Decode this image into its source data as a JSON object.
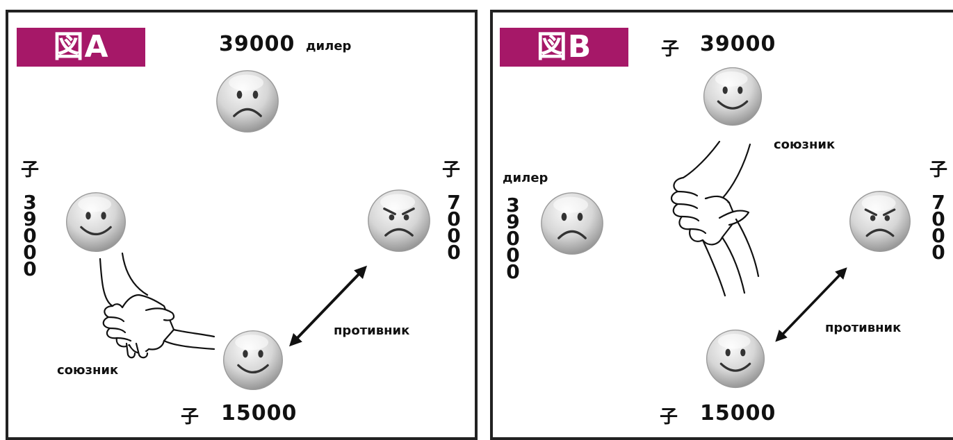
{
  "panels": {
    "a": {
      "label": "図A",
      "top": {
        "kanji": "",
        "score": "39000",
        "role": "дилер"
      },
      "left": {
        "kanji": "子",
        "score": "39000"
      },
      "right": {
        "kanji": "子",
        "score": "7000"
      },
      "bottom": {
        "kanji": "子",
        "score": "15000"
      },
      "ally_label": "союзник",
      "opponent_label": "противник",
      "faces": {
        "top": "sad",
        "left": "happy",
        "right": "angry",
        "bottom": "happy"
      }
    },
    "b": {
      "label": "図B",
      "top": {
        "kanji": "子",
        "score": "39000"
      },
      "left": {
        "role": "дилер",
        "score": "39000"
      },
      "right": {
        "kanji": "子",
        "score": "7000"
      },
      "bottom": {
        "kanji": "子",
        "score": "15000"
      },
      "ally_label": "союзник",
      "opponent_label": "противник",
      "faces": {
        "top": "happy",
        "left": "sad",
        "right": "angry",
        "bottom": "happy"
      }
    }
  },
  "colors": {
    "label_bg": "#a61868",
    "border": "#222222",
    "face_light": "#f4f4f4",
    "face_dark": "#8a8a8a"
  }
}
